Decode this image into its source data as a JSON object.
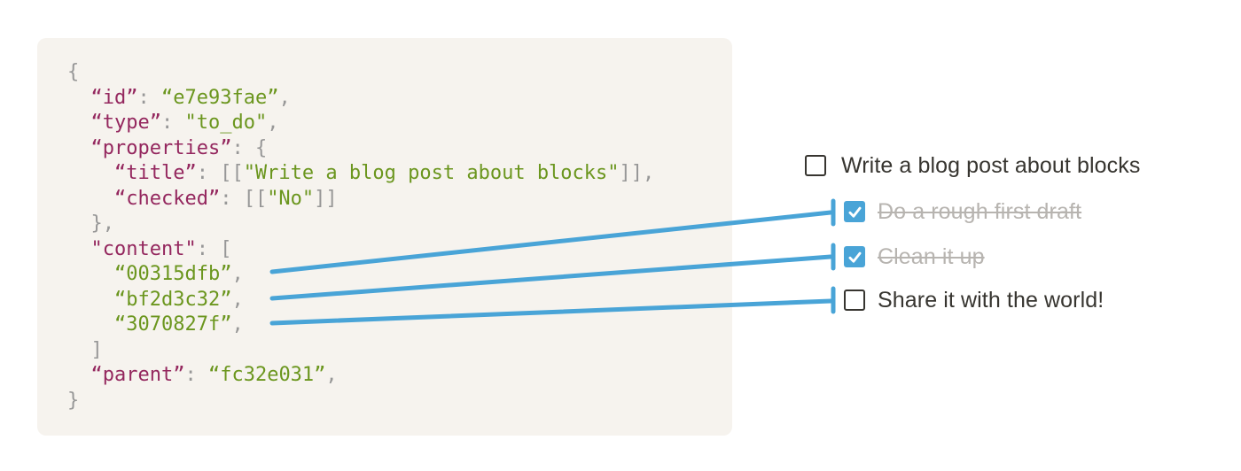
{
  "colors": {
    "accent_blue": "#49a4d7",
    "panel_bg": "#f6f3ee",
    "code_key": "#94275e",
    "code_string": "#6b961e",
    "code_punct": "#979797",
    "todo_text": "#373530",
    "todo_done_text": "#b7b4b0",
    "checkmark": "#ffffff"
  },
  "code": {
    "lines": [
      [
        {
          "c": "p",
          "t": "{"
        }
      ],
      [
        {
          "c": "w",
          "t": "  "
        },
        {
          "c": "k",
          "t": "“id”"
        },
        {
          "c": "p",
          "t": ": "
        },
        {
          "c": "s",
          "t": "“e7e93fae”"
        },
        {
          "c": "p",
          "t": ","
        }
      ],
      [
        {
          "c": "w",
          "t": "  "
        },
        {
          "c": "k",
          "t": "“type”"
        },
        {
          "c": "p",
          "t": ": "
        },
        {
          "c": "s",
          "t": "\"to_do\""
        },
        {
          "c": "p",
          "t": ","
        }
      ],
      [
        {
          "c": "w",
          "t": "  "
        },
        {
          "c": "k",
          "t": "“properties”"
        },
        {
          "c": "p",
          "t": ": {"
        }
      ],
      [
        {
          "c": "w",
          "t": "    "
        },
        {
          "c": "k",
          "t": "“title”"
        },
        {
          "c": "p",
          "t": ": [["
        },
        {
          "c": "s",
          "t": "\"Write a blog post about blocks\""
        },
        {
          "c": "p",
          "t": "]],"
        }
      ],
      [
        {
          "c": "w",
          "t": "    "
        },
        {
          "c": "k",
          "t": "“checked”"
        },
        {
          "c": "p",
          "t": ": [["
        },
        {
          "c": "s",
          "t": "\"No\""
        },
        {
          "c": "p",
          "t": "]]"
        }
      ],
      [
        {
          "c": "w",
          "t": "  "
        },
        {
          "c": "p",
          "t": "},"
        }
      ],
      [
        {
          "c": "w",
          "t": "  "
        },
        {
          "c": "k",
          "t": "\"content\""
        },
        {
          "c": "p",
          "t": ": ["
        }
      ],
      [
        {
          "c": "w",
          "t": "    "
        },
        {
          "c": "s",
          "t": "“00315dfb”"
        },
        {
          "c": "p",
          "t": ","
        }
      ],
      [
        {
          "c": "w",
          "t": "    "
        },
        {
          "c": "s",
          "t": "“bf2d3c32”"
        },
        {
          "c": "p",
          "t": ","
        }
      ],
      [
        {
          "c": "w",
          "t": "    "
        },
        {
          "c": "s",
          "t": "“3070827f”"
        },
        {
          "c": "p",
          "t": ","
        }
      ],
      [
        {
          "c": "w",
          "t": "  "
        },
        {
          "c": "p",
          "t": "]"
        }
      ],
      [
        {
          "c": "w",
          "t": "  "
        },
        {
          "c": "k",
          "t": "“parent”"
        },
        {
          "c": "p",
          "t": ": "
        },
        {
          "c": "s",
          "t": "“fc32e031”"
        },
        {
          "c": "p",
          "t": ","
        }
      ],
      [
        {
          "c": "p",
          "t": "}"
        }
      ]
    ]
  },
  "checklist": {
    "items": [
      {
        "label": "Write a blog post about blocks",
        "checked": false,
        "struck": false,
        "indented": false
      },
      {
        "label": "Do a rough first draft",
        "checked": true,
        "struck": true,
        "indented": true
      },
      {
        "label": "Clean it up",
        "checked": true,
        "struck": true,
        "indented": true
      },
      {
        "label": "Share it with the world!",
        "checked": false,
        "struck": false,
        "indented": true
      }
    ]
  },
  "connectors": {
    "links": [
      {
        "from_code_id": "00315dfb",
        "to_item": "Do a rough first draft"
      },
      {
        "from_code_id": "bf2d3c32",
        "to_item": "Clean it up"
      },
      {
        "from_code_id": "3070827f",
        "to_item": "Share it with the world!"
      }
    ]
  }
}
